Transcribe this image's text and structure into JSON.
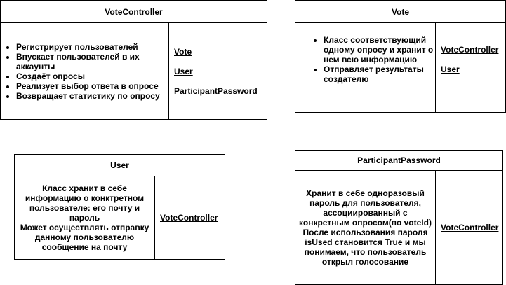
{
  "cards": {
    "vote_controller": {
      "title": "VoteController",
      "items": [
        "Регистрирует пользователей",
        "Впускает пользователей в их аккаунты",
        "Создаёт опросы",
        "Реализует выбор ответа в опросе",
        "Возвращает статистику по опросу"
      ],
      "links": [
        "Vote",
        "User",
        "ParticipantPassword"
      ]
    },
    "vote": {
      "title": "Vote",
      "items": [
        "Класс соответствующий одному опросу и хранит о нем всю информацию",
        " Отправляет результаты создателю"
      ],
      "links": [
        "VoteController",
        "User"
      ]
    },
    "user": {
      "title": "User",
      "description": [
        "Класс хранит в себе информацию о конктретном пользователе: его почту и пароль",
        "Может осуществлять отправку данному пользователю сообщение на почту"
      ],
      "links": [
        "VoteController"
      ]
    },
    "participant_password": {
      "title": "ParticipantPassword",
      "description": [
        "Хранит в себе одноразовый пароль для пользователя, ассоциированный с конкретным опросом(по voteId)",
        "После использования пароля isUsed становится True и мы понимаем, что пользователь открыл голосование"
      ],
      "links": [
        "VoteController"
      ]
    }
  }
}
